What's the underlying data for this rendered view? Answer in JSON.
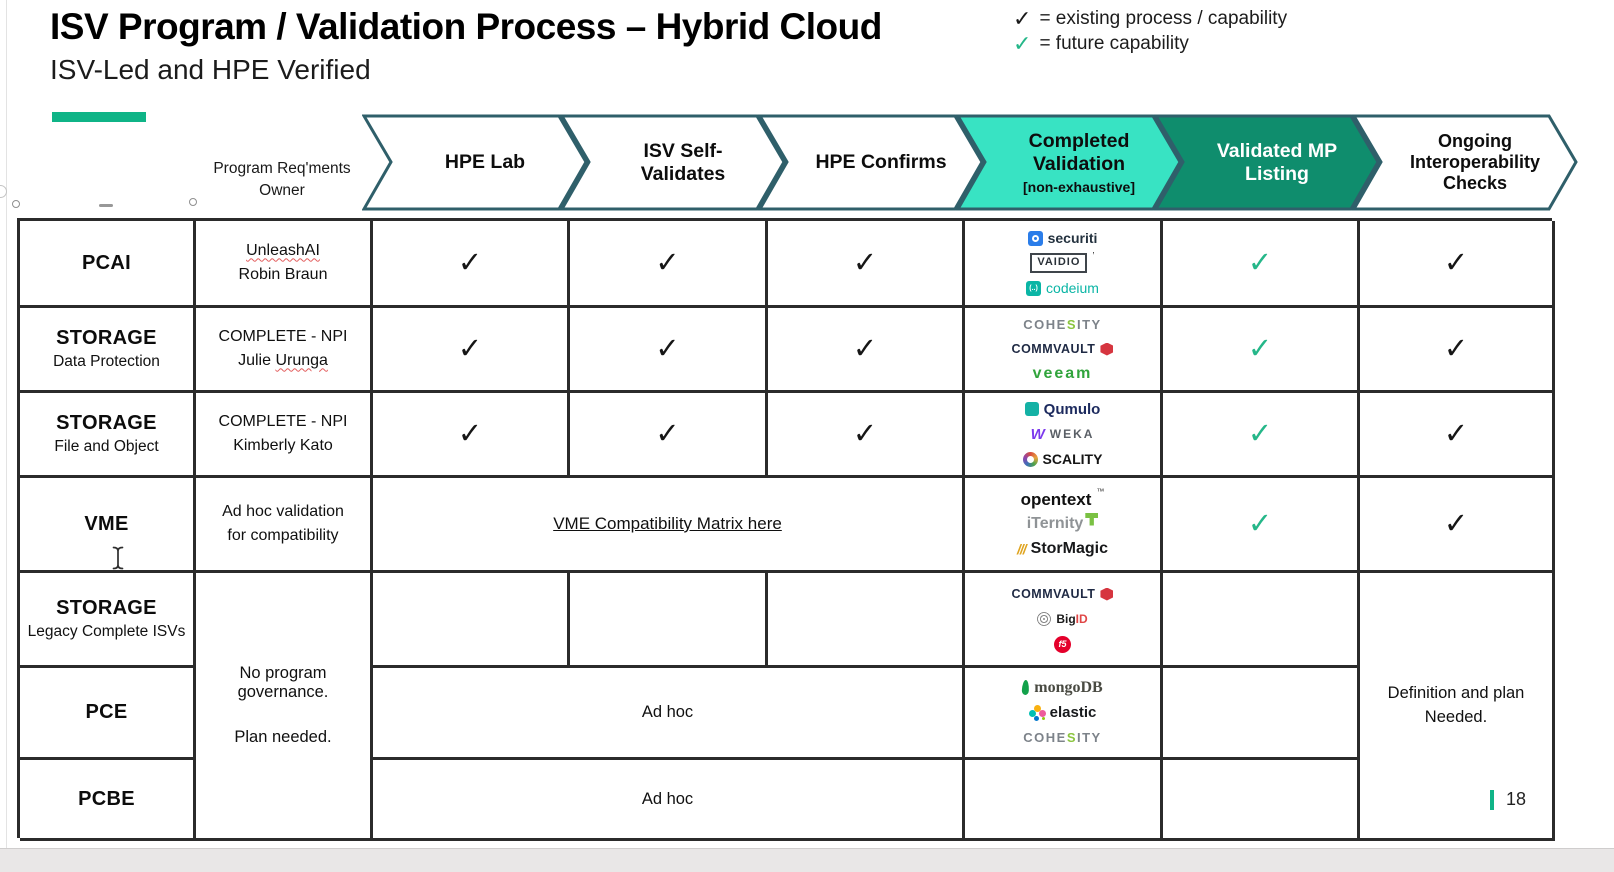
{
  "slide": {
    "title": "ISV Program / Validation Process – Hybrid Cloud",
    "subtitle": "ISV-Led and HPE Verified",
    "page_number": "18"
  },
  "legend": {
    "existing_mark": "✓",
    "existing_text": "= existing process / capability",
    "future_mark": "✓",
    "future_text": "= future capability"
  },
  "colors": {
    "hpe_green_bar": "#0fb487",
    "chevron_teal_fill": "#38e3c3",
    "chevron_green_fill": "#0f8d6d",
    "chevron_outline": "#2f5f6a",
    "existing_check": "#1a1a1a",
    "future_check": "#25b789"
  },
  "process_header": {
    "owner_col_label": "Program Req'ments\nOwner",
    "steps": [
      {
        "label": "HPE Lab"
      },
      {
        "label": "ISV Self-\nValidates"
      },
      {
        "label": "HPE Confirms"
      },
      {
        "label": "Completed\nValidation",
        "sublabel": "[non-exhaustive]"
      },
      {
        "label": "Validated MP\nListing"
      },
      {
        "label": "Ongoing\nInteroperability\nChecks"
      }
    ]
  },
  "marks": {
    "check": "✓"
  },
  "rows": [
    {
      "label": "PCAI",
      "owner_l1": "UnleashAI",
      "owner_l2": "Robin Braun"
    },
    {
      "label": "STORAGE",
      "sub": "Data Protection",
      "owner_l1": "COMPLETE - NPI",
      "owner_l2a": "Julie ",
      "owner_l2b": "Urunga"
    },
    {
      "label": "STORAGE",
      "sub": "File and Object",
      "owner_l1": "COMPLETE - NPI",
      "owner_l2": "Kimberly Kato"
    },
    {
      "label": "VME",
      "owner_l1": "Ad hoc validation",
      "owner_l2": "for compatibility"
    },
    {
      "label": "STORAGE",
      "sub": "Legacy Complete ISVs"
    },
    {
      "label": "PCE"
    },
    {
      "label": "PCBE"
    }
  ],
  "merged": {
    "vme_link": "VME Compatibility Matrix here",
    "pce_adhoc": "Ad hoc",
    "pcbe_adhoc": "Ad hoc",
    "governance_l1": "No program governance.",
    "governance_l2": "Plan needed.",
    "definition_l1": "Definition and plan",
    "definition_l2": "Needed."
  },
  "logos": {
    "securiti": {
      "label": "securiti"
    },
    "vaidio": {
      "label": "VAIDIO",
      "tick": "’"
    },
    "codeium": {
      "icon_text": "(..)",
      "label": "codeium"
    },
    "cohesity": {
      "a": "COHE",
      "s": "S",
      "b": "ITY"
    },
    "commvault": {
      "label": "COMMVAULT"
    },
    "veeam": {
      "label": "veeam"
    },
    "qumulo": {
      "label": "Qumulo"
    },
    "weka": {
      "icon_text": "W",
      "label": "WEKA"
    },
    "scality": {
      "label": "SCALITY"
    },
    "opentext": {
      "label": "opentext",
      "tm": "™"
    },
    "iternity": {
      "label": "iTernity"
    },
    "stormagic": {
      "icon_text": "///",
      "label": "StorMagic"
    },
    "bigid": {
      "a": "Big",
      "b": "ID"
    },
    "f5": {
      "label": "f5"
    },
    "mongodb": {
      "label": "mongoDB"
    },
    "elastic": {
      "label": "elastic"
    }
  }
}
